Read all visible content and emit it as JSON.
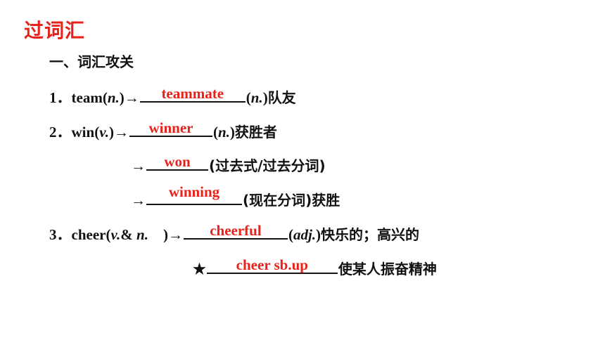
{
  "title": "过词汇",
  "section": "一、词汇攻关",
  "items": [
    {
      "num": "1．",
      "word": "team",
      "pos_open": "(",
      "pos": "n.",
      "pos_close": ")",
      "arrow": "→",
      "answer": "teammate",
      "after_pos": "n.",
      "meaning": "队友"
    },
    {
      "num": "2．",
      "word": "win",
      "pos": "v.",
      "arrow": "→",
      "answer": "winner",
      "after_pos": "n.",
      "meaning": "获胜者"
    },
    {
      "arrow": "→",
      "answer": "won",
      "meaning": "(过去式/过去分词)"
    },
    {
      "arrow": "→",
      "answer": "winning",
      "meaning": "(现在分词)获胜"
    },
    {
      "num": "3．",
      "word": "cheer",
      "pos": "v.",
      "amp": "&",
      "pos2": "n.",
      "arrow": "→",
      "answer": "cheerful",
      "after_pos": "adj.",
      "meaning": "快乐的；高兴的"
    },
    {
      "star": "★",
      "answer": "cheer sb.up",
      "meaning": "使某人振奋精神"
    }
  ],
  "colors": {
    "accent": "#e8221b",
    "text": "#111111"
  }
}
